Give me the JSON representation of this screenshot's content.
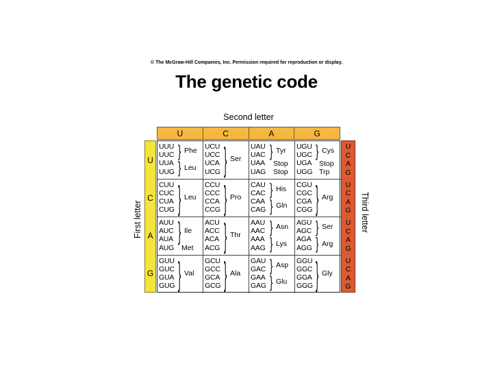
{
  "copyright": "© The McGraw-Hill Companies, Inc. Permission required for reproduction or display.",
  "title": "The genetic code",
  "labels": {
    "second": "Second letter",
    "first": "First letter",
    "third": "Third letter"
  },
  "second_letters": [
    "U",
    "C",
    "A",
    "G"
  ],
  "first_letters": [
    "U",
    "C",
    "A",
    "G"
  ],
  "third_letters": [
    "U",
    "C",
    "A",
    "G"
  ],
  "colors": {
    "second_header": "#f5b740",
    "first_header": "#f5e53a",
    "third_header": "#dc5a32"
  },
  "cells": [
    [
      {
        "codons": [
          "UUU",
          "UUC",
          "UUA",
          "UUG"
        ],
        "groups": [
          {
            "aa": "Phe",
            "rows": [
              0,
              1
            ]
          },
          {
            "aa": "Leu",
            "rows": [
              2,
              3
            ]
          }
        ]
      },
      {
        "codons": [
          "UCU",
          "UCC",
          "UCA",
          "UCG"
        ],
        "groups": [
          {
            "aa": "Ser",
            "rows": [
              0,
              3
            ]
          }
        ]
      },
      {
        "codons": [
          "UAU",
          "UAC",
          "UAA",
          "UAG"
        ],
        "groups": [
          {
            "aa": "Tyr",
            "rows": [
              0,
              1
            ]
          },
          {
            "aa": "Stop",
            "rows": [
              2,
              2
            ],
            "plain": true
          },
          {
            "aa": "Stop",
            "rows": [
              3,
              3
            ],
            "plain": true
          }
        ]
      },
      {
        "codons": [
          "UGU",
          "UGC",
          "UGA",
          "UGG"
        ],
        "groups": [
          {
            "aa": "Cys",
            "rows": [
              0,
              1
            ]
          },
          {
            "aa": "Stop",
            "rows": [
              2,
              2
            ],
            "plain": true
          },
          {
            "aa": "Trp",
            "rows": [
              3,
              3
            ],
            "plain": true
          }
        ]
      }
    ],
    [
      {
        "codons": [
          "CUU",
          "CUC",
          "CUA",
          "CUG"
        ],
        "groups": [
          {
            "aa": "Leu",
            "rows": [
              0,
              3
            ]
          }
        ]
      },
      {
        "codons": [
          "CCU",
          "CCC",
          "CCA",
          "CCG"
        ],
        "groups": [
          {
            "aa": "Pro",
            "rows": [
              0,
              3
            ]
          }
        ]
      },
      {
        "codons": [
          "CAU",
          "CAC",
          "CAA",
          "CAG"
        ],
        "groups": [
          {
            "aa": "His",
            "rows": [
              0,
              1
            ]
          },
          {
            "aa": "Gln",
            "rows": [
              2,
              3
            ]
          }
        ]
      },
      {
        "codons": [
          "CGU",
          "CGC",
          "CGA",
          "CGG"
        ],
        "groups": [
          {
            "aa": "Arg",
            "rows": [
              0,
              3
            ]
          }
        ]
      }
    ],
    [
      {
        "codons": [
          "AUU",
          "AUC",
          "AUA",
          "AUG"
        ],
        "groups": [
          {
            "aa": "Ile",
            "rows": [
              0,
              2
            ]
          },
          {
            "aa": "Met",
            "rows": [
              3,
              3
            ],
            "plain": true
          }
        ]
      },
      {
        "codons": [
          "ACU",
          "ACC",
          "ACA",
          "ACG"
        ],
        "groups": [
          {
            "aa": "Thr",
            "rows": [
              0,
              3
            ]
          }
        ]
      },
      {
        "codons": [
          "AAU",
          "AAC",
          "AAA",
          "AAG"
        ],
        "groups": [
          {
            "aa": "Asn",
            "rows": [
              0,
              1
            ]
          },
          {
            "aa": "Lys",
            "rows": [
              2,
              3
            ]
          }
        ]
      },
      {
        "codons": [
          "AGU",
          "AGC",
          "AGA",
          "AGG"
        ],
        "groups": [
          {
            "aa": "Ser",
            "rows": [
              0,
              1
            ]
          },
          {
            "aa": "Arg",
            "rows": [
              2,
              3
            ]
          }
        ]
      }
    ],
    [
      {
        "codons": [
          "GUU",
          "GUC",
          "GUA",
          "GUG"
        ],
        "groups": [
          {
            "aa": "Val",
            "rows": [
              0,
              3
            ]
          }
        ]
      },
      {
        "codons": [
          "GCU",
          "GCC",
          "GCA",
          "GCG"
        ],
        "groups": [
          {
            "aa": "Ala",
            "rows": [
              0,
              3
            ]
          }
        ]
      },
      {
        "codons": [
          "GAU",
          "GAC",
          "GAA",
          "GAG"
        ],
        "groups": [
          {
            "aa": "Asp",
            "rows": [
              0,
              1
            ]
          },
          {
            "aa": "Glu",
            "rows": [
              2,
              3
            ]
          }
        ]
      },
      {
        "codons": [
          "GGU",
          "GGC",
          "GGA",
          "GGG"
        ],
        "groups": [
          {
            "aa": "Gly",
            "rows": [
              0,
              3
            ]
          }
        ]
      }
    ]
  ]
}
